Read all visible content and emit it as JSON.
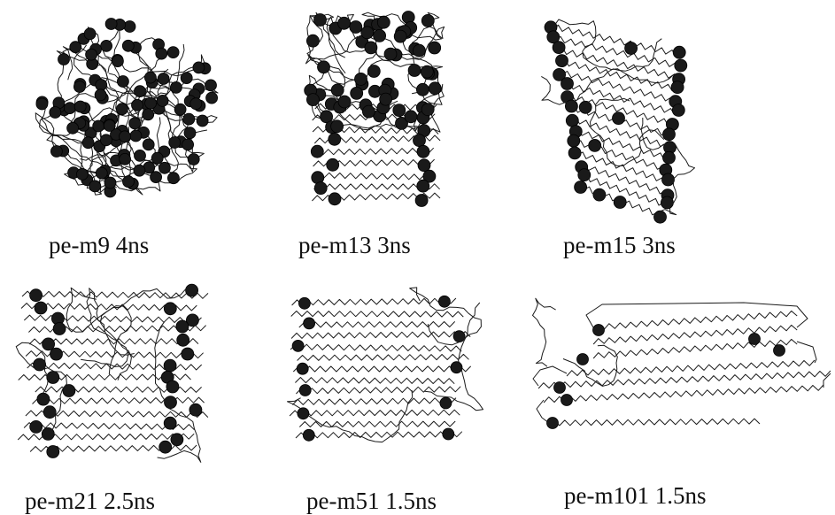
{
  "figure": {
    "panels": [
      {
        "id": "pe-m9",
        "label": "pe-m9 4ns",
        "morphology": "globule"
      },
      {
        "id": "pe-m13",
        "label": "pe-m13 3ns",
        "morphology": "partially-folded"
      },
      {
        "id": "pe-m15",
        "label": "pe-m15 3ns",
        "morphology": "folded-tilted"
      },
      {
        "id": "pe-m21",
        "label": "pe-m21 2.5ns",
        "morphology": "folded-lamella"
      },
      {
        "id": "pe-m51",
        "label": "pe-m51 1.5ns",
        "morphology": "folded-lamella"
      },
      {
        "id": "pe-m101",
        "label": "pe-m101 1.5ns",
        "morphology": "extended-lamella"
      }
    ],
    "colors": {
      "chain": "#1a1a1a",
      "bead": "#1a1a1a",
      "background": "#ffffff"
    }
  }
}
